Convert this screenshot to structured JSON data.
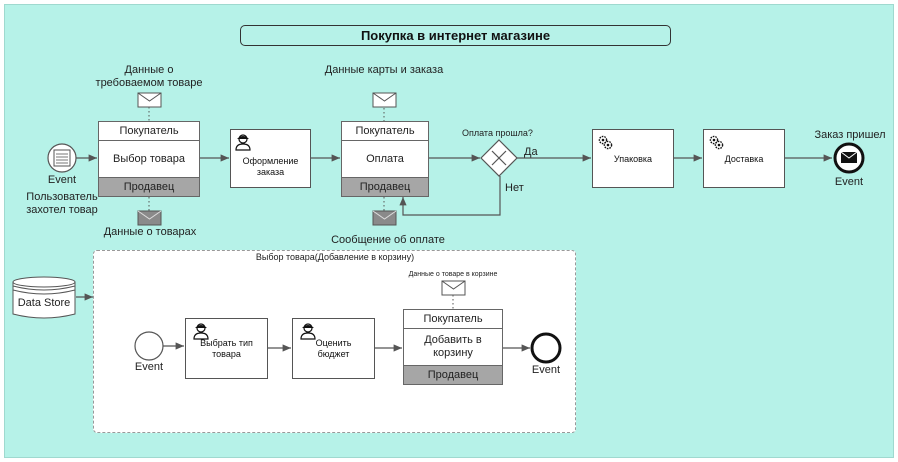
{
  "title": "Покупка в интернет магазине",
  "start_event": {
    "label": "Event",
    "caption_line1": "Пользователь",
    "caption_line2": "захотел товар"
  },
  "task_select": {
    "header": "Покупатель",
    "body": "Выбор товара",
    "footer": "Продавец",
    "msg_top_line1": "Данные о",
    "msg_top_line2": "требоваемом товаре",
    "msg_bottom": "Данные о товарах"
  },
  "task_checkout": {
    "label_line1": "Оформление",
    "label_line2": "заказа"
  },
  "task_pay": {
    "header": "Покупатель",
    "body": "Оплата",
    "footer": "Продавец",
    "msg_top": "Данные карты и заказа",
    "msg_bottom": "Сообщение об оплате"
  },
  "gateway": {
    "question": "Оплата прошла?",
    "yes": "Да",
    "no": "Нет"
  },
  "task_pack": {
    "label": "Упаковка"
  },
  "task_delivery": {
    "label": "Доставка"
  },
  "end_event": {
    "caption": "Заказ пришел",
    "label": "Event"
  },
  "data_store": {
    "label": "Data Store"
  },
  "subprocess": {
    "title": "Выбор товара(Добавление в корзину)",
    "start_label": "Event",
    "task_choose": {
      "label_line1": "Выбрать тип",
      "label_line2": "товара"
    },
    "task_budget": {
      "label_line1": "Оценить",
      "label_line2": "бюджет"
    },
    "task_cart": {
      "header": "Покупатель",
      "body_line1": "Добавить в",
      "body_line2": "корзину",
      "footer": "Продавец",
      "msg": "Данные о товаре в корзине"
    },
    "end_label": "Event"
  },
  "colors": {
    "background": "#b6f2e8",
    "footer": "#a6a6a6",
    "line": "#555555"
  }
}
